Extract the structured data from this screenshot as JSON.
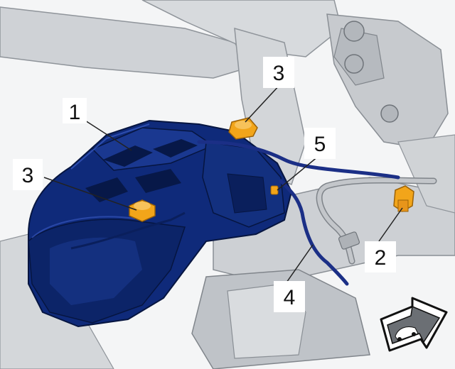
{
  "colors": {
    "background": "#ffffff",
    "chassis": "#c9ccd0",
    "chassis_dark": "#9a9ea4",
    "caliper": "#0f2a7a",
    "caliper_dark": "#071848",
    "caliper_highlight": "#2c4aa8",
    "bolt": "#f2a51a",
    "hose": "#1b2f86",
    "brake_line": "#a8acb2",
    "leader": "#222222"
  },
  "callouts": [
    {
      "id": "caliper",
      "label": "1"
    },
    {
      "id": "brake-line-union",
      "label": "2"
    },
    {
      "id": "mounting-bolt-upper",
      "label": "3"
    },
    {
      "id": "mounting-bolt-lower",
      "label": "3"
    },
    {
      "id": "wear-sensor-cable",
      "label": "4"
    },
    {
      "id": "cable-clip",
      "label": "5"
    }
  ],
  "icons": {
    "direction": "vehicle-direction-arrow-icon"
  }
}
